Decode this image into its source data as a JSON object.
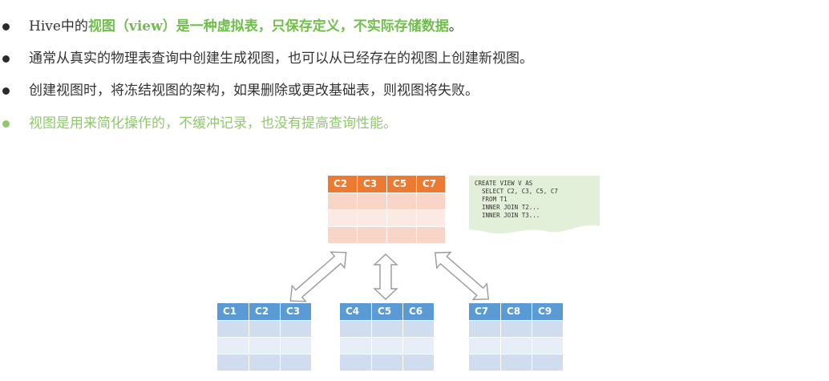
{
  "bullets": [
    {
      "parts": [
        {
          "text": "Hive中的",
          "style": "plain"
        },
        {
          "text": "视图（view）是一种虚拟表，只保存定义，不实际存储数据",
          "style": "highlight"
        },
        {
          "text": "。",
          "style": "plain"
        }
      ],
      "dot_color": "dark"
    },
    {
      "parts": [
        {
          "text": "通常从真实的物理表查询中创建生成视图，也可以从已经存在的视图上创建新视图。",
          "style": "plain"
        }
      ],
      "dot_color": "dark"
    },
    {
      "parts": [
        {
          "text": "创建视图时，将冻结视图的架构，如果删除或更改基础表，则视图将失败。",
          "style": "plain"
        }
      ],
      "dot_color": "dark"
    },
    {
      "parts": [
        {
          "text": "视图是用来简化操作的，不缓冲记录，也没有提高查询性能。",
          "style": "green"
        }
      ],
      "dot_color": "green"
    }
  ],
  "diagram": {
    "view_table": {
      "columns": [
        "C2",
        "C3",
        "C5",
        "C7"
      ],
      "rows": 3,
      "color": "#ec7a32"
    },
    "sql": "CREATE VIEW V AS\n  SELECT C2, C3, C5, C7\n  FROM T1\n  INNER JOIN T2...\n  INNER JOIN T3...",
    "base_tables": [
      {
        "columns": [
          "C1",
          "C2",
          "C3"
        ],
        "rows": 3
      },
      {
        "columns": [
          "C4",
          "C5",
          "C6"
        ],
        "rows": 3
      },
      {
        "columns": [
          "C7",
          "C8",
          "C9"
        ],
        "rows": 3
      }
    ],
    "base_color": "#5b9bd5",
    "note_color": "#e2efd9"
  }
}
